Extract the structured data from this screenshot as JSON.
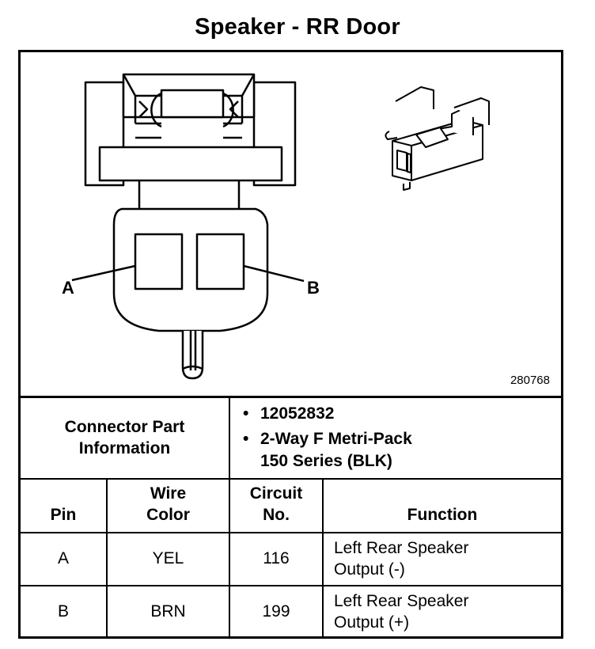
{
  "title": "Speaker - RR Door",
  "diagram": {
    "pin_labels": [
      "A",
      "B"
    ],
    "reference_number": "280768",
    "front_view_icon": "connector-face-view",
    "iso_view_icon": "connector-isometric-view"
  },
  "connector_info": {
    "label": "Connector Part Information",
    "label_line1": "Connector Part",
    "label_line2": "Information",
    "items": [
      {
        "bullet": "•",
        "line1": "12052832",
        "line2": ""
      },
      {
        "bullet": "•",
        "line1": "2-Way F Metri-Pack",
        "line2": "150 Series (BLK)"
      }
    ]
  },
  "table": {
    "headers": {
      "pin": "Pin",
      "wire_color_line1": "Wire",
      "wire_color_line2": "Color",
      "circuit_line1": "Circuit",
      "circuit_line2": "No.",
      "function": "Function"
    },
    "rows": [
      {
        "pin": "A",
        "wire_color": "YEL",
        "circuit": "116",
        "function_line1": "Left Rear Speaker",
        "function_line2": "Output (-)"
      },
      {
        "pin": "B",
        "wire_color": "BRN",
        "circuit": "199",
        "function_line1": "Left Rear Speaker",
        "function_line2": "Output (+)"
      }
    ]
  }
}
